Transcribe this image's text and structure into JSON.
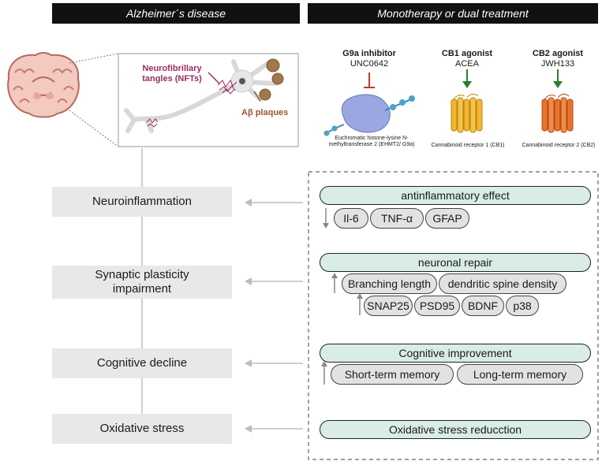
{
  "headers": {
    "left": "Alzheimer´s disease",
    "right": "Monotherapy or dual treatment"
  },
  "neuron": {
    "nft_label": "Neurofibrillary tangles (NFTs)",
    "plaque_label": "Aβ plaques"
  },
  "agents": [
    {
      "name": "G9a inhibitor",
      "compound": "UNC0642",
      "target": "Euchromatic histone-lysine N-methyltransferase 2 (EHMT2/ G9a)",
      "color": "#c0392b"
    },
    {
      "name": "CB1 agonist",
      "compound": "ACEA",
      "target": "Cannabinoid receptor 1 (CB1)",
      "color": "#2e7d32"
    },
    {
      "name": "CB2 agonist",
      "compound": "JWH133",
      "target": "Cannabinoid receptor 2 (CB2)",
      "color": "#2e7d32"
    }
  ],
  "pathologies": [
    "Neuroinflammation",
    "Synaptic plasticity impairment",
    "Cognitive decline",
    "Oxidative stress"
  ],
  "effects": {
    "inflammation": {
      "title": "antinflammatory effect",
      "markers": [
        "Il-6",
        "TNF-α",
        "GFAP"
      ],
      "direction": "down"
    },
    "repair": {
      "title": "neuronal repair",
      "row1": [
        "Branching length",
        "dendritic spine density"
      ],
      "row2": [
        "SNAP25",
        "PSD95",
        "BDNF",
        "p38"
      ],
      "direction": "up"
    },
    "cognition": {
      "title": "Cognitive improvement",
      "items": [
        "Short-term memory",
        "Long-term memory"
      ],
      "direction": "up"
    },
    "oxidative": {
      "title": "Oxidative stress reducction"
    }
  }
}
